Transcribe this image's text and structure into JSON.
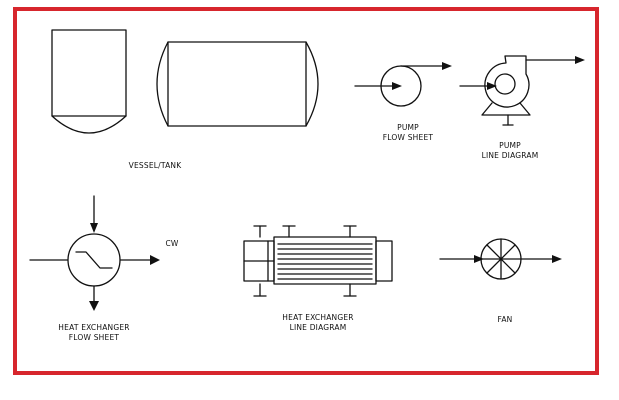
{
  "frame": {
    "border_color": "#d7262d"
  },
  "symbols": {
    "vessel_tank": {
      "label": "VESSEL/TANK"
    },
    "pump_flow_sheet": {
      "label_line1": "PUMP",
      "label_line2": "FLOW SHEET"
    },
    "pump_line_diagram": {
      "label_line1": "PUMP",
      "label_line2": "LINE DIAGRAM"
    },
    "heat_exchanger_flow_sheet": {
      "label_line1": "HEAT EXCHANGER",
      "label_line2": "FLOW SHEET",
      "stream_label": "CW"
    },
    "heat_exchanger_line_diagram": {
      "label_line1": "HEAT EXCHANGER",
      "label_line2": "LINE DIAGRAM"
    },
    "fan": {
      "label": "FAN"
    }
  }
}
